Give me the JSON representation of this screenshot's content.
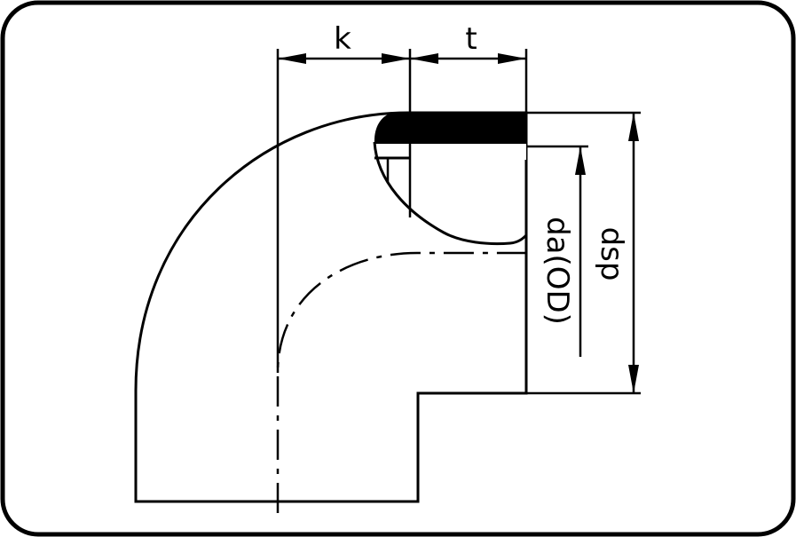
{
  "diagram": {
    "labels": {
      "k": "k",
      "t": "t",
      "da_od": "da(OD)",
      "dsp": "dsp"
    },
    "colors": {
      "stroke": "#000000",
      "background": "#ffffff"
    }
  }
}
